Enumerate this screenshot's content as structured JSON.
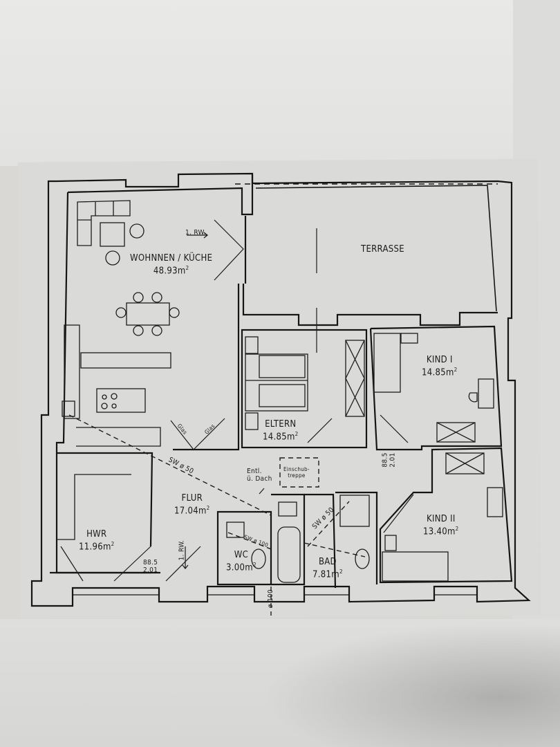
{
  "plan": {
    "type": "floor-plan",
    "rooms": [
      {
        "name": "WOHNNEN / KÜCHE",
        "area": "48.93m",
        "unit_sup": "2"
      },
      {
        "name": "TERRASSE",
        "area": "",
        "unit_sup": ""
      },
      {
        "name": "ELTERN",
        "area": "14.85m",
        "unit_sup": "2"
      },
      {
        "name": "KIND I",
        "area": "14.85m",
        "unit_sup": "2"
      },
      {
        "name": "KIND II",
        "area": "13.40m",
        "unit_sup": "2"
      },
      {
        "name": "HWR",
        "area": "11.96m",
        "unit_sup": "2"
      },
      {
        "name": "FLUR",
        "area": "17.04m",
        "unit_sup": "2"
      },
      {
        "name": "WC",
        "area": "3.00m",
        "unit_sup": "2"
      },
      {
        "name": "BAD",
        "area": "7.81m",
        "unit_sup": "2"
      }
    ],
    "annotations": {
      "escape_route_living": "1. RW.",
      "escape_route_hall": "1. RW.",
      "glass_left": "Glas",
      "glass_right": "Glas",
      "sewer_main": "SW ø 50",
      "sewer_bath": "SW ø 50",
      "sewer_wc": "SW ø 100",
      "vent_line1": "Entl.",
      "vent_line2": "ü. Dach",
      "attic_stair_line1": "Einschub-",
      "attic_stair_line2": "treppe",
      "door_hwr_w": "88.5",
      "door_hwr_h": "2.01",
      "door_kind_w": "88.5",
      "door_kind_h": "2.01",
      "pipe_diameter": "ø 100"
    }
  }
}
